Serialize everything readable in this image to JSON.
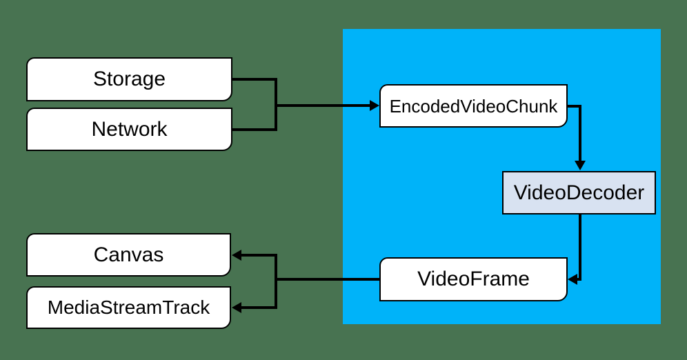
{
  "diagram": {
    "nodes": {
      "storage": "Storage",
      "network": "Network",
      "encoded_video_chunk": "EncodedVideoChunk",
      "video_decoder": "VideoDecoder",
      "video_frame": "VideoFrame",
      "canvas": "Canvas",
      "media_stream_track": "MediaStreamTrack"
    },
    "edges": [
      {
        "from": "storage",
        "to": "encoded_video_chunk"
      },
      {
        "from": "network",
        "to": "encoded_video_chunk"
      },
      {
        "from": "encoded_video_chunk",
        "to": "video_decoder"
      },
      {
        "from": "video_decoder",
        "to": "video_frame"
      },
      {
        "from": "video_frame",
        "to": "canvas"
      },
      {
        "from": "video_frame",
        "to": "media_stream_track"
      }
    ],
    "colors": {
      "background": "#487351",
      "webcodecs_region": "#00B3F9",
      "node_fill": "#FFFFFF",
      "video_decoder_fill": "#D8E2F1",
      "line": "#000000",
      "text": "#000000"
    }
  }
}
